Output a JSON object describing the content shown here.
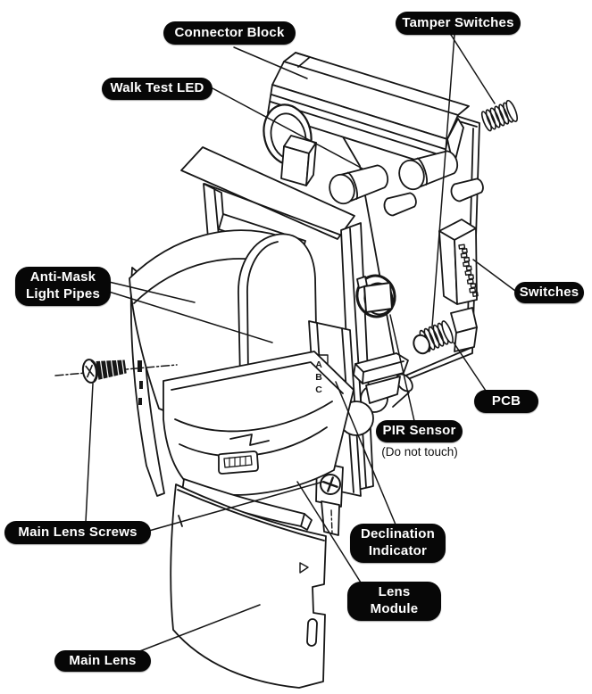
{
  "figure": {
    "type": "exploded-view parts diagram",
    "subject": "Motion detector internal components",
    "background_color": "#ffffff",
    "line_color": "#161616",
    "callout_bg_color": "#070707",
    "callout_text_color": "#ffffff"
  },
  "callouts": {
    "connector_block": "Connector Block",
    "tamper_switches": "Tamper Switches",
    "walk_test_led": "Walk Test LED",
    "anti_mask_light_pipes": "Anti-Mask\nLight Pipes",
    "switches": "Switches",
    "pcb": "PCB",
    "pir_sensor": "PIR Sensor",
    "pir_sensor_note": "(Do not touch)",
    "main_lens_screws": "Main Lens Screws",
    "declination_indicator": "Declination\nIndicator",
    "lens_module": "Lens\nModule",
    "main_lens": "Main Lens"
  },
  "part_markings": {
    "declination_scale": [
      "A",
      "B",
      "C"
    ]
  }
}
